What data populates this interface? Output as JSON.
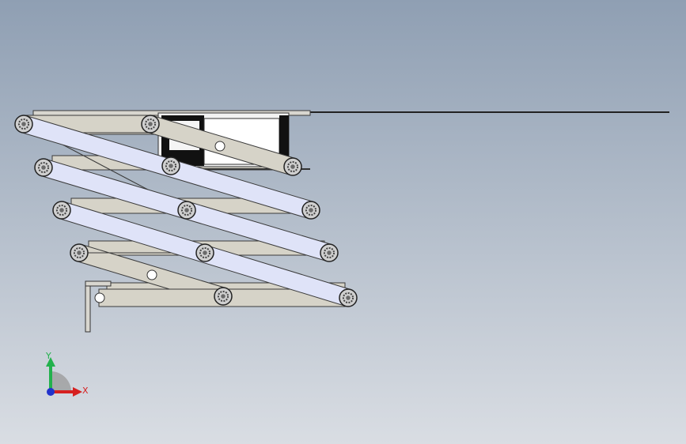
{
  "viewport": {
    "background_top": "#8f9fb3",
    "background_bottom": "#d9dde3"
  },
  "mechanism": {
    "name": "scissor-lift-linkage",
    "plate_color": "#d8d6cf",
    "plate_edge": "#3a3a3a",
    "arm_a_color": "#dfe3f8",
    "arm_b_color": "#d6d3c8",
    "bolt_outer": "#cfcfcf",
    "bolt_inner": "#6a6a6a",
    "housing_dark": "#111111",
    "housing_light": "#f5f5f5",
    "stage_count": 4
  },
  "triad": {
    "x_label": "X",
    "y_label": "Y",
    "x_color": "#d62020",
    "y_color": "#22b14c",
    "z_color": "#2233cc"
  }
}
